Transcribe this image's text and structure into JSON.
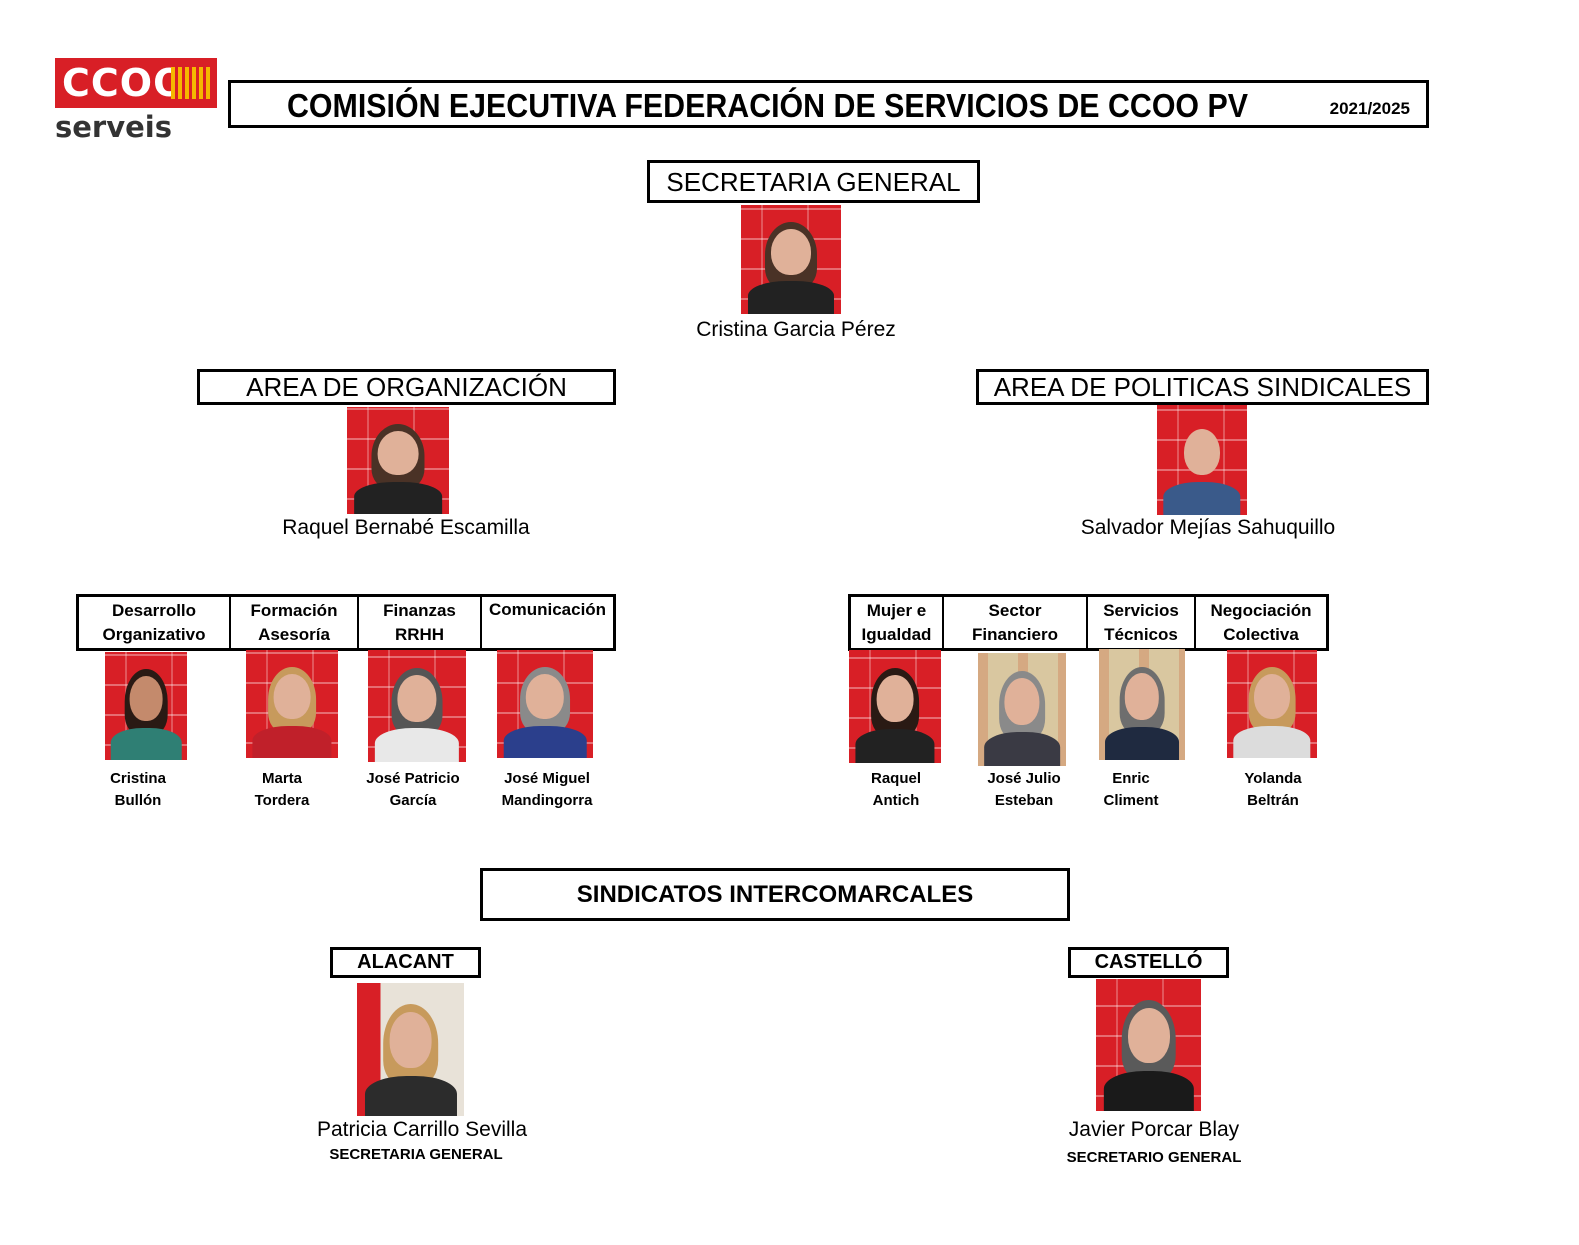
{
  "logo": {
    "brand": "CCOO",
    "sub": "serveis"
  },
  "header": {
    "title": "COMISIÓN EJECUTIVA FEDERACIÓN DE SERVICIOS DE CCOO PV",
    "year": "2021/2025"
  },
  "secretaria": {
    "label": "SECRETARIA GENERAL",
    "name": "Cristina Garcia Pérez"
  },
  "area_org": {
    "label": "AREA DE ORGANIZACIÓN",
    "name": "Raquel Bernabé Escamilla"
  },
  "area_pol": {
    "label": "AREA DE POLITICAS SINDICALES",
    "name": "Salvador Mejías Sahuquillo"
  },
  "org_departments": [
    {
      "label": "Desarrollo\nOrganizativo",
      "name": "Cristina\nBullón"
    },
    {
      "label": "Formación\nAsesoría",
      "name": "Marta\nTordera"
    },
    {
      "label": "Finanzas\nRRHH",
      "name": "José Patricio\nGarcía"
    },
    {
      "label": "Comunicación",
      "name": "José Miguel\nMandingorra"
    }
  ],
  "pol_departments": [
    {
      "label": "Mujer e\nIgualdad",
      "name": "Raquel\nAntich"
    },
    {
      "label": "Sector\nFinanciero",
      "name": "José Julio\nEsteban"
    },
    {
      "label": "Servicios\nTécnicos",
      "name": "Enric\nCliment"
    },
    {
      "label": "Negociación\nColectiva",
      "name": "Yolanda\nBeltrán"
    }
  ],
  "intercomarcales": {
    "label": "SINDICATOS INTERCOMARCALES",
    "alacant": {
      "label": "ALACANT",
      "name": "Patricia Carrillo Sevilla",
      "role": "SECRETARIA GENERAL"
    },
    "castello": {
      "label": "CASTELLÓ",
      "name": "Javier Porcar Blay",
      "role": "SECRETARIO GENERAL"
    }
  },
  "colors": {
    "brand_red": "#d81f26",
    "accent_yellow": "#f5b800"
  }
}
